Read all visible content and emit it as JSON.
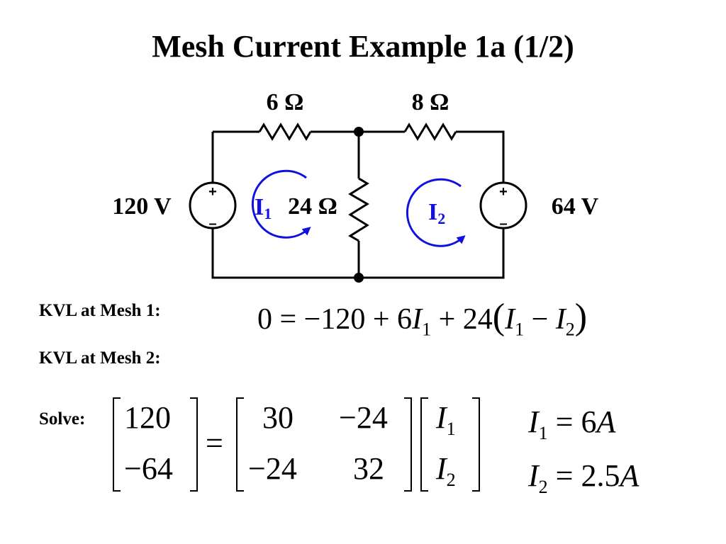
{
  "title": "Mesh Current Example 1a (1/2)",
  "circuit": {
    "r1": "6 Ω",
    "r2": "8 Ω",
    "r3": "24 Ω",
    "v1": "120 V",
    "v2": "64 V",
    "plus": "+",
    "minus": "–",
    "mesh1_letter": "I",
    "mesh1_sub": "1",
    "mesh2_letter": "I",
    "mesh2_sub": "2",
    "colors": {
      "wire": "#000000",
      "mesh": "#1010e0"
    }
  },
  "equations": {
    "kvl1_label": "KVL at Mesh 1:",
    "kvl1": {
      "lhs": "0 = −120 + 6",
      "v1": "I",
      "s1": "1",
      "mid": " + 24",
      "v2": "I",
      "s2": "1",
      "op": " − ",
      "v3": "I",
      "s3": "2"
    },
    "kvl2_label": "KVL at Mesh 2:",
    "solve_label": "Solve:",
    "vector_b": [
      "120",
      "−64"
    ],
    "matrix": [
      [
        "30",
        "−24"
      ],
      [
        "−24",
        "32"
      ]
    ],
    "vector_x": [
      {
        "v": "I",
        "s": "1"
      },
      {
        "v": "I",
        "s": "2"
      }
    ],
    "result1": {
      "v": "I",
      "s": "1",
      "rhs": " = 6",
      "unit": "A"
    },
    "result2": {
      "v": "I",
      "s": "2",
      "rhs": " = 2.5",
      "unit": "A"
    }
  }
}
